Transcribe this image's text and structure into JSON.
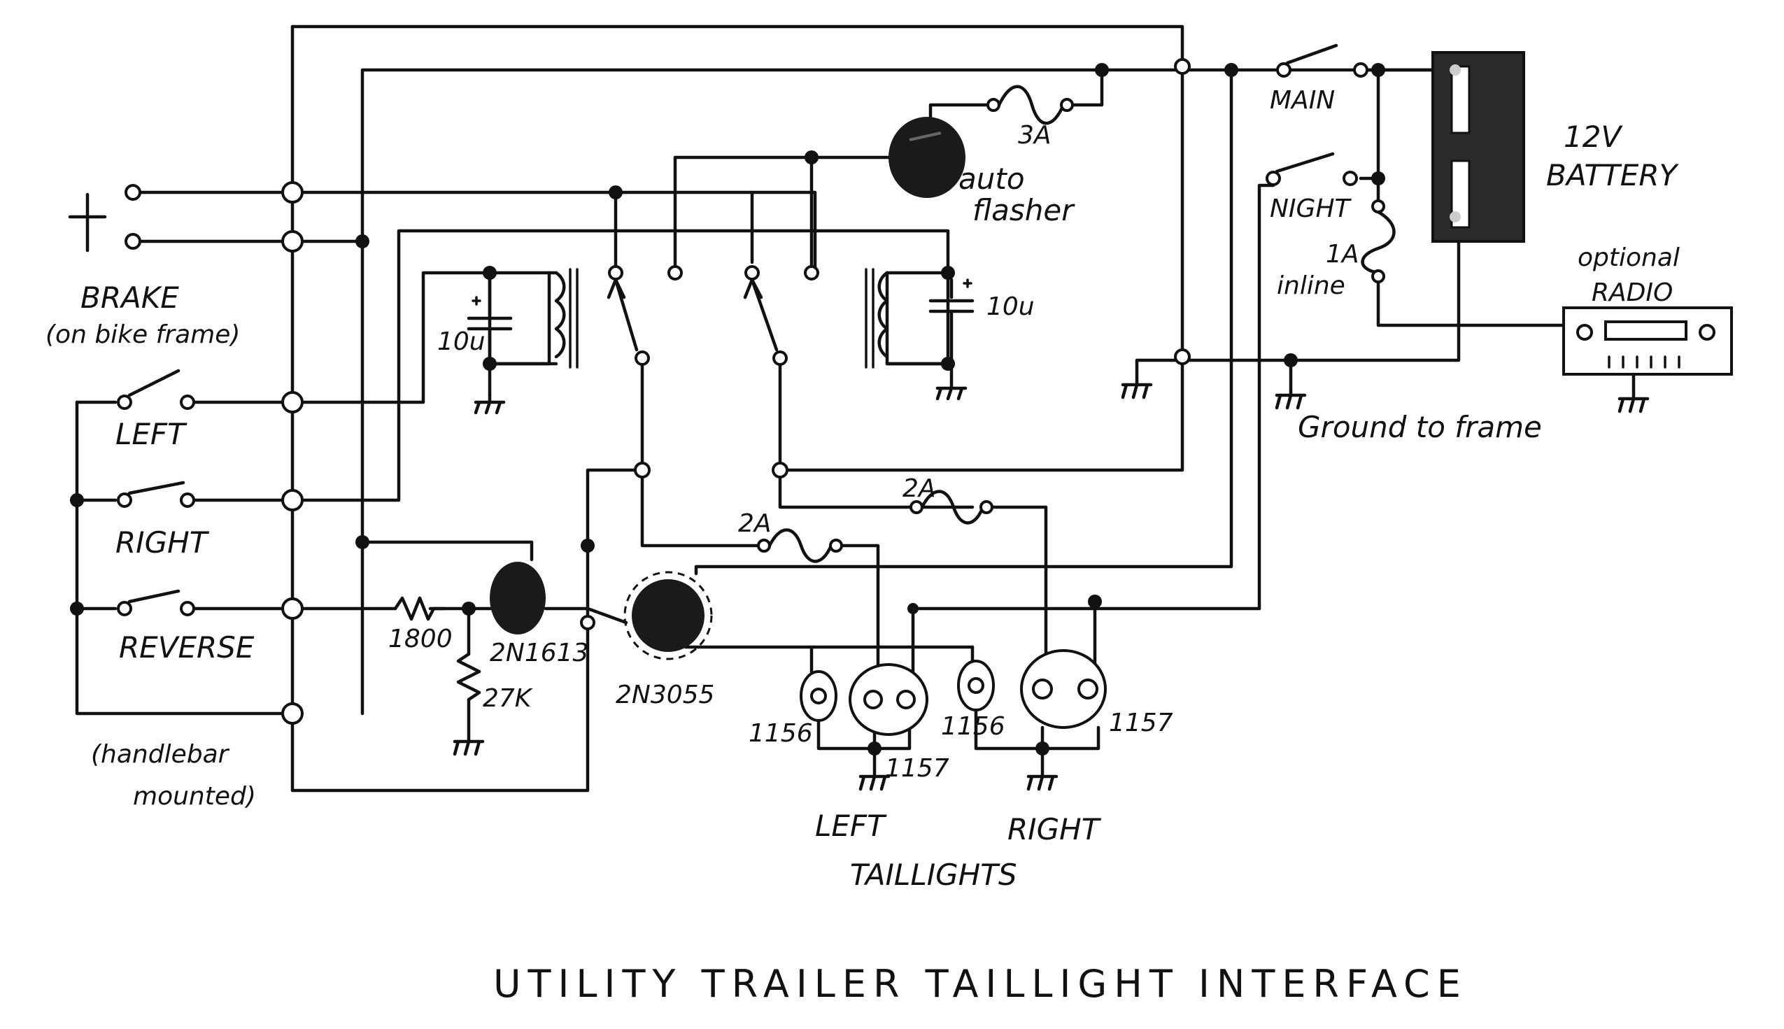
{
  "title": "UTILITY TRAILER TAILLIGHT INTERFACE",
  "labels": {
    "brake": "BRAKE",
    "brake_note": "(on bike frame)",
    "left_switch": "LEFT",
    "right_switch": "RIGHT",
    "reverse_switch": "REVERSE",
    "handlebar_note_1": "(handlebar",
    "handlebar_note_2": "mounted)",
    "resistor_1800": "1800",
    "resistor_27k": "27K",
    "transistor_2n1613": "2N1613",
    "transistor_2n3055": "2N3055",
    "cap_left": "10u",
    "cap_right": "10u",
    "fuse_3a": "3A",
    "fuse_2a_left": "2A",
    "fuse_2a_right": "2A",
    "fuse_1a": "1A",
    "inline": "inline",
    "auto": "auto",
    "flasher": "flasher",
    "main": "MAIN",
    "night": "NIGHT",
    "battery_voltage": "12V",
    "battery": "BATTERY",
    "optional": "optional",
    "radio": "RADIO",
    "ground_to_frame": "Ground to frame",
    "bulb_1156_left": "1156",
    "bulb_1157_left": "1157",
    "bulb_1156_right": "1156",
    "bulb_1157_right": "1157",
    "left_taillights": "LEFT",
    "right_taillights": "RIGHT",
    "taillights": "TAILLIGHTS"
  }
}
